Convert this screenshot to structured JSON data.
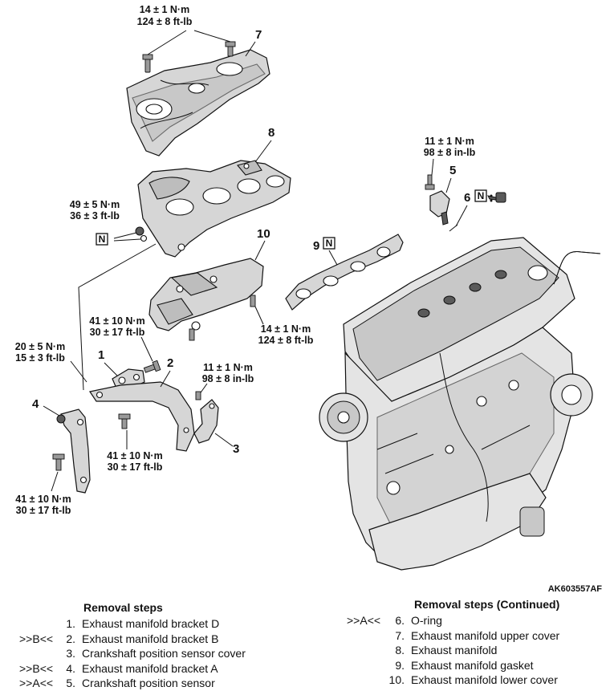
{
  "torques": {
    "t7": [
      "14 ± 1 N·m",
      "124 ± 8 ft-lb"
    ],
    "t8": [
      "49 ± 5 N·m",
      "36 ± 3 ft-lb"
    ],
    "t5": [
      "11 ± 1 N·m",
      "98 ± 8 in-lb"
    ],
    "t9": [
      "14 ± 1 N·m",
      "124 ± 8 ft-lb"
    ],
    "t10": [
      "41 ± 10 N·m",
      "30 ± 17 ft-lb"
    ],
    "t1": [
      "20 ± 5 N·m",
      "15 ± 3 ft-lb"
    ],
    "t3": [
      "11 ± 1 N·m",
      "98 ± 8 in-lb"
    ],
    "t2": [
      "41 ± 10 N·m",
      "30 ± 17 ft-lb"
    ],
    "t4": [
      "41 ± 10 N·m",
      "30 ± 17 ft-lb"
    ]
  },
  "callouts": {
    "c1": "1",
    "c2": "2",
    "c3": "3",
    "c4": "4",
    "c5": "5",
    "c6": "6",
    "c7": "7",
    "c8": "8",
    "c9": "9",
    "c10": "10"
  },
  "new_part_mark": "N",
  "figure_code": "AK603557AF",
  "removal_left": {
    "heading": "Removal steps",
    "items": [
      {
        "mark": "",
        "no": "1.",
        "label": "Exhaust manifold bracket D"
      },
      {
        "mark": ">>B<<",
        "no": "2.",
        "label": "Exhaust manifold bracket B"
      },
      {
        "mark": "",
        "no": "3.",
        "label": "Crankshaft position sensor cover"
      },
      {
        "mark": ">>B<<",
        "no": "4.",
        "label": "Exhaust manifold bracket A"
      },
      {
        "mark": ">>A<<",
        "no": "5.",
        "label": "Crankshaft position sensor"
      }
    ]
  },
  "removal_right": {
    "heading": "Removal steps (Continued)",
    "items": [
      {
        "mark": ">>A<<",
        "no": "6.",
        "label": "O-ring"
      },
      {
        "mark": "",
        "no": "7.",
        "label": "Exhaust manifold upper cover"
      },
      {
        "mark": "",
        "no": "8.",
        "label": "Exhaust manifold"
      },
      {
        "mark": "",
        "no": "9.",
        "label": "Exhaust manifold gasket"
      },
      {
        "mark": "",
        "no": "10.",
        "label": "Exhaust manifold lower cover"
      }
    ]
  }
}
